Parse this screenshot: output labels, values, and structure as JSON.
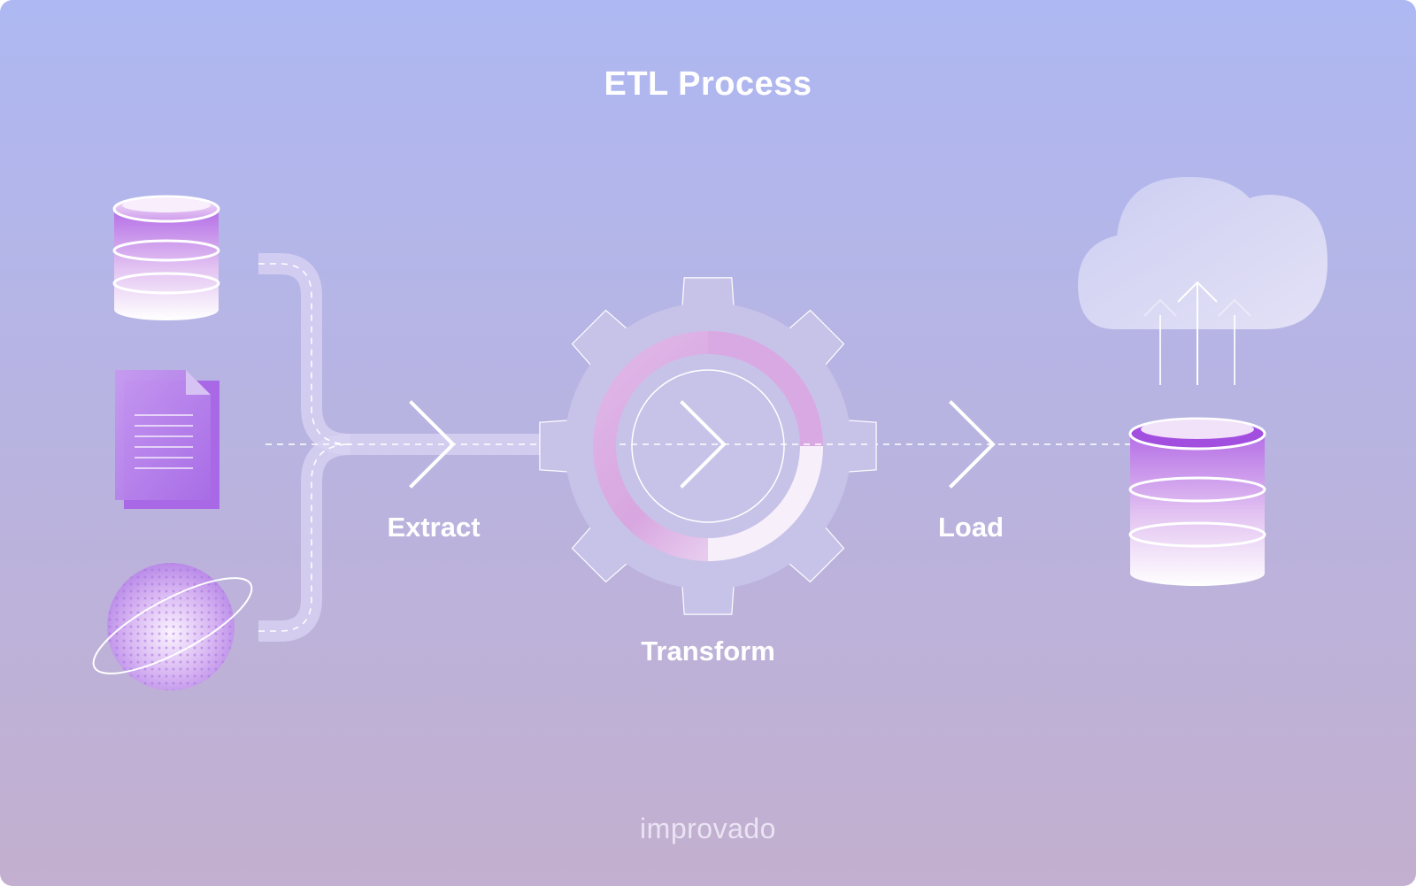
{
  "title": "ETL Process",
  "stages": {
    "extract": "Extract",
    "transform": "Transform",
    "load": "Load"
  },
  "brand": "improvado",
  "sources": [
    {
      "icon": "database-icon"
    },
    {
      "icon": "document-icon"
    },
    {
      "icon": "planet-icon"
    }
  ],
  "destinations": [
    {
      "icon": "database-icon"
    },
    {
      "icon": "cloud-icon"
    }
  ],
  "colors": {
    "background_top": "#aeb8f2",
    "background_bottom": "#c3afcf",
    "accent_purple": "#9b59e6",
    "accent_pink": "#d6a6e2",
    "text": "#ffffff"
  }
}
